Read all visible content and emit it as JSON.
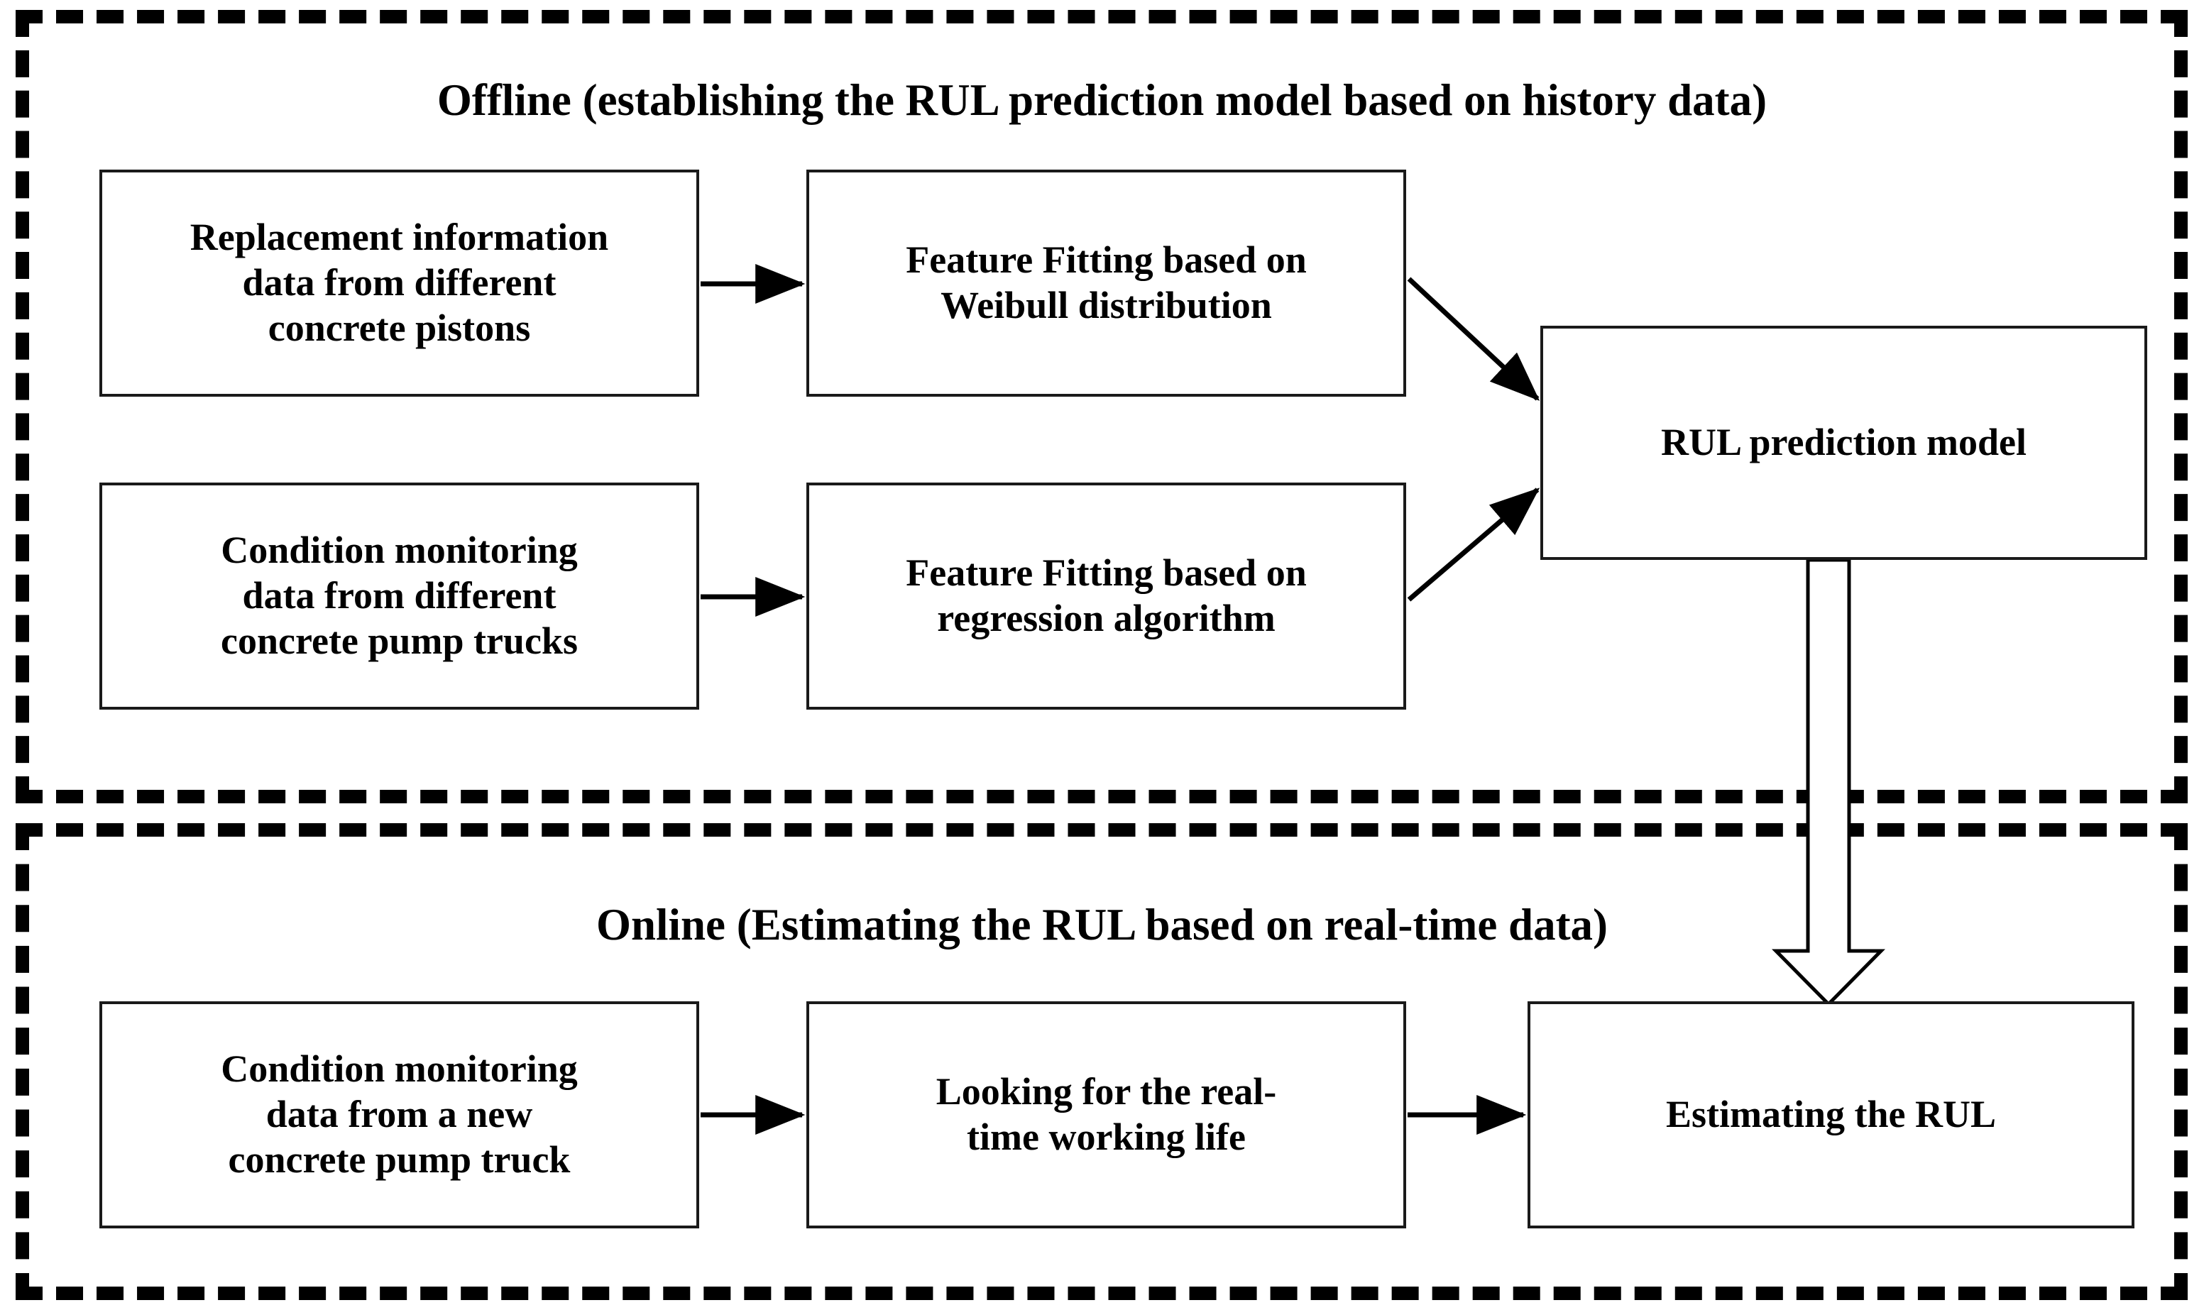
{
  "diagram": {
    "title_offline": "Offline (establishing the RUL prediction model based on history data)",
    "title_online": "Online (Estimating the RUL based on real-time data)",
    "colors": {
      "panel_border": "#000000",
      "node_border": "#1a1a1a",
      "background": "#ffffff",
      "text": "#000000",
      "connector": "#000000"
    },
    "nodes": [
      {
        "id": "replacement-information",
        "label": "Replacement information\ndata from different\nconcrete pistons"
      },
      {
        "id": "feature-fitting-weibull",
        "label": "Feature Fitting based on\nWeibull distribution"
      },
      {
        "id": "condition-monitoring-different",
        "label": "Condition monitoring\ndata from different\nconcrete pump trucks"
      },
      {
        "id": "feature-fitting-regression",
        "label": "Feature Fitting based on\nregression algorithm"
      },
      {
        "id": "rul-prediction-model",
        "label": "RUL prediction model"
      },
      {
        "id": "condition-monitoring-new",
        "label": "Condition monitoring\ndata from a new\nconcrete pump truck"
      },
      {
        "id": "looking-real-time-life",
        "label": "Looking for the real-\ntime working life"
      },
      {
        "id": "estimating-the-rul",
        "label": "Estimating the RUL"
      }
    ],
    "connectors": [
      {
        "from": "replacement-information",
        "to": "feature-fitting-weibull",
        "style": "arrow-horizontal"
      },
      {
        "from": "feature-fitting-weibull",
        "to": "rul-prediction-model",
        "style": "arrow-diagonal-down"
      },
      {
        "from": "condition-monitoring-different",
        "to": "feature-fitting-regression",
        "style": "arrow-horizontal"
      },
      {
        "from": "feature-fitting-regression",
        "to": "rul-prediction-model",
        "style": "arrow-diagonal-up"
      },
      {
        "from": "rul-prediction-model",
        "to": "estimating-the-rul",
        "style": "block-arrow-down-hollow"
      },
      {
        "from": "condition-monitoring-new",
        "to": "looking-real-time-life",
        "style": "arrow-horizontal"
      },
      {
        "from": "looking-real-time-life",
        "to": "estimating-the-rul",
        "style": "arrow-horizontal"
      }
    ]
  }
}
